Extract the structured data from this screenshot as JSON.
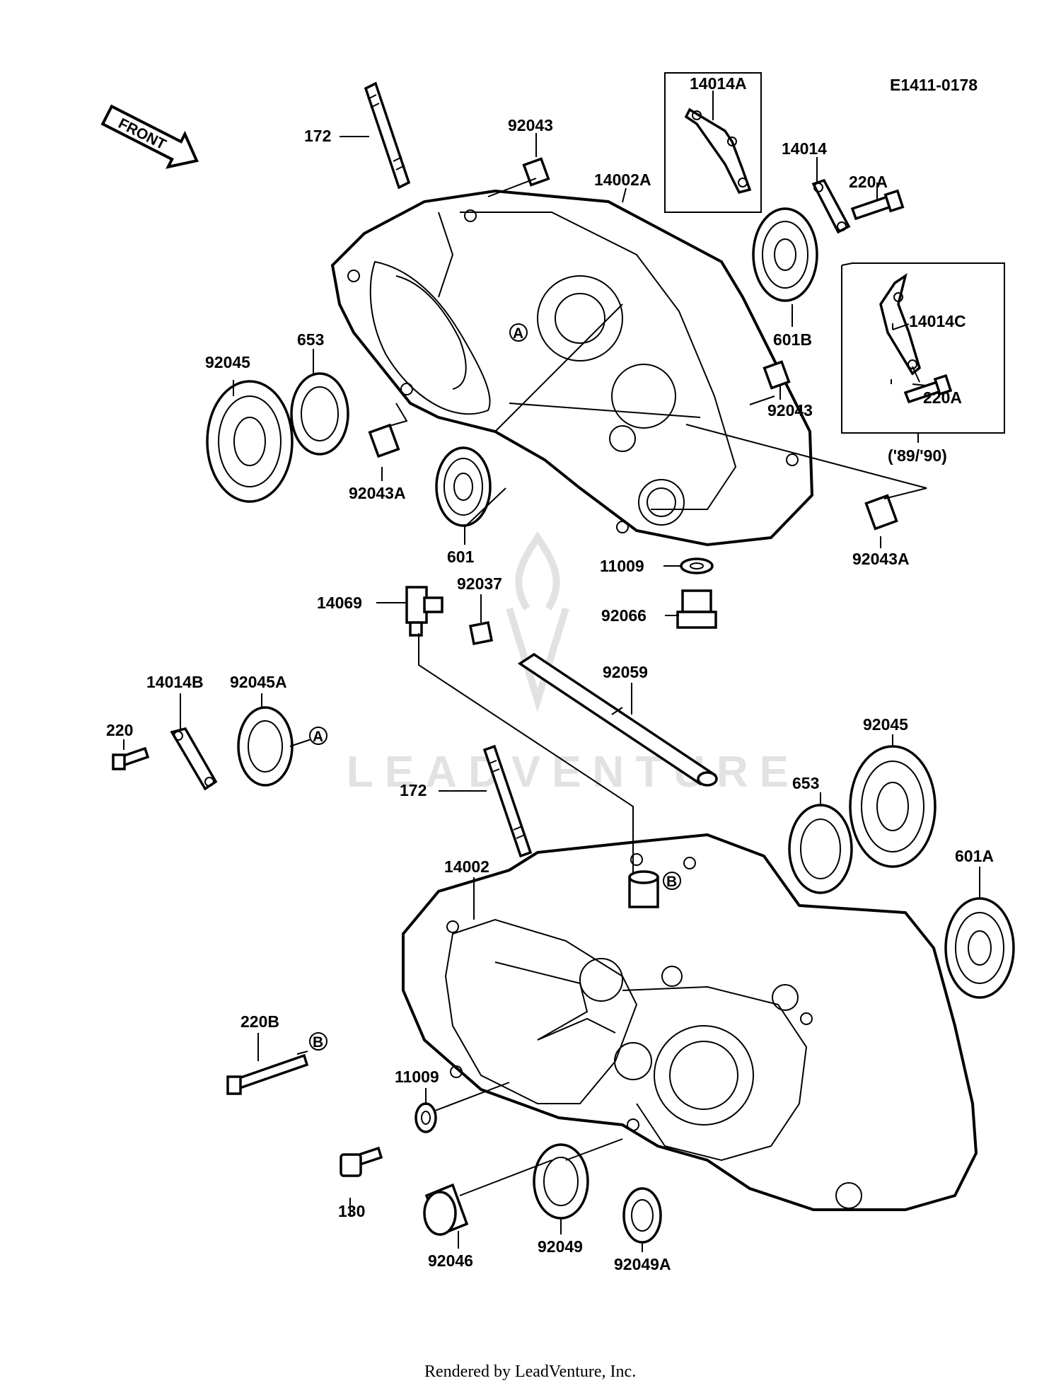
{
  "diagram_code": "E1411-0178",
  "front_label": "FRONT",
  "year_note": "('89/'90)",
  "footer": "Rendered by LeadVenture, Inc.",
  "watermark": "LEADVENTURE",
  "markers": {
    "a": "A",
    "b": "B"
  },
  "parts": [
    "172",
    "92043",
    "14014A",
    "14014",
    "220A",
    "14002A",
    "601B",
    "14014C",
    "92045",
    "653",
    "92043",
    "220A",
    "92043A",
    "601",
    "92043A",
    "11009",
    "14069",
    "92037",
    "92066",
    "92059",
    "220",
    "14014B",
    "92045A",
    "92045",
    "172",
    "653",
    "14002",
    "601A",
    "220B",
    "11009",
    "130",
    "92046",
    "92049",
    "92049A"
  ]
}
